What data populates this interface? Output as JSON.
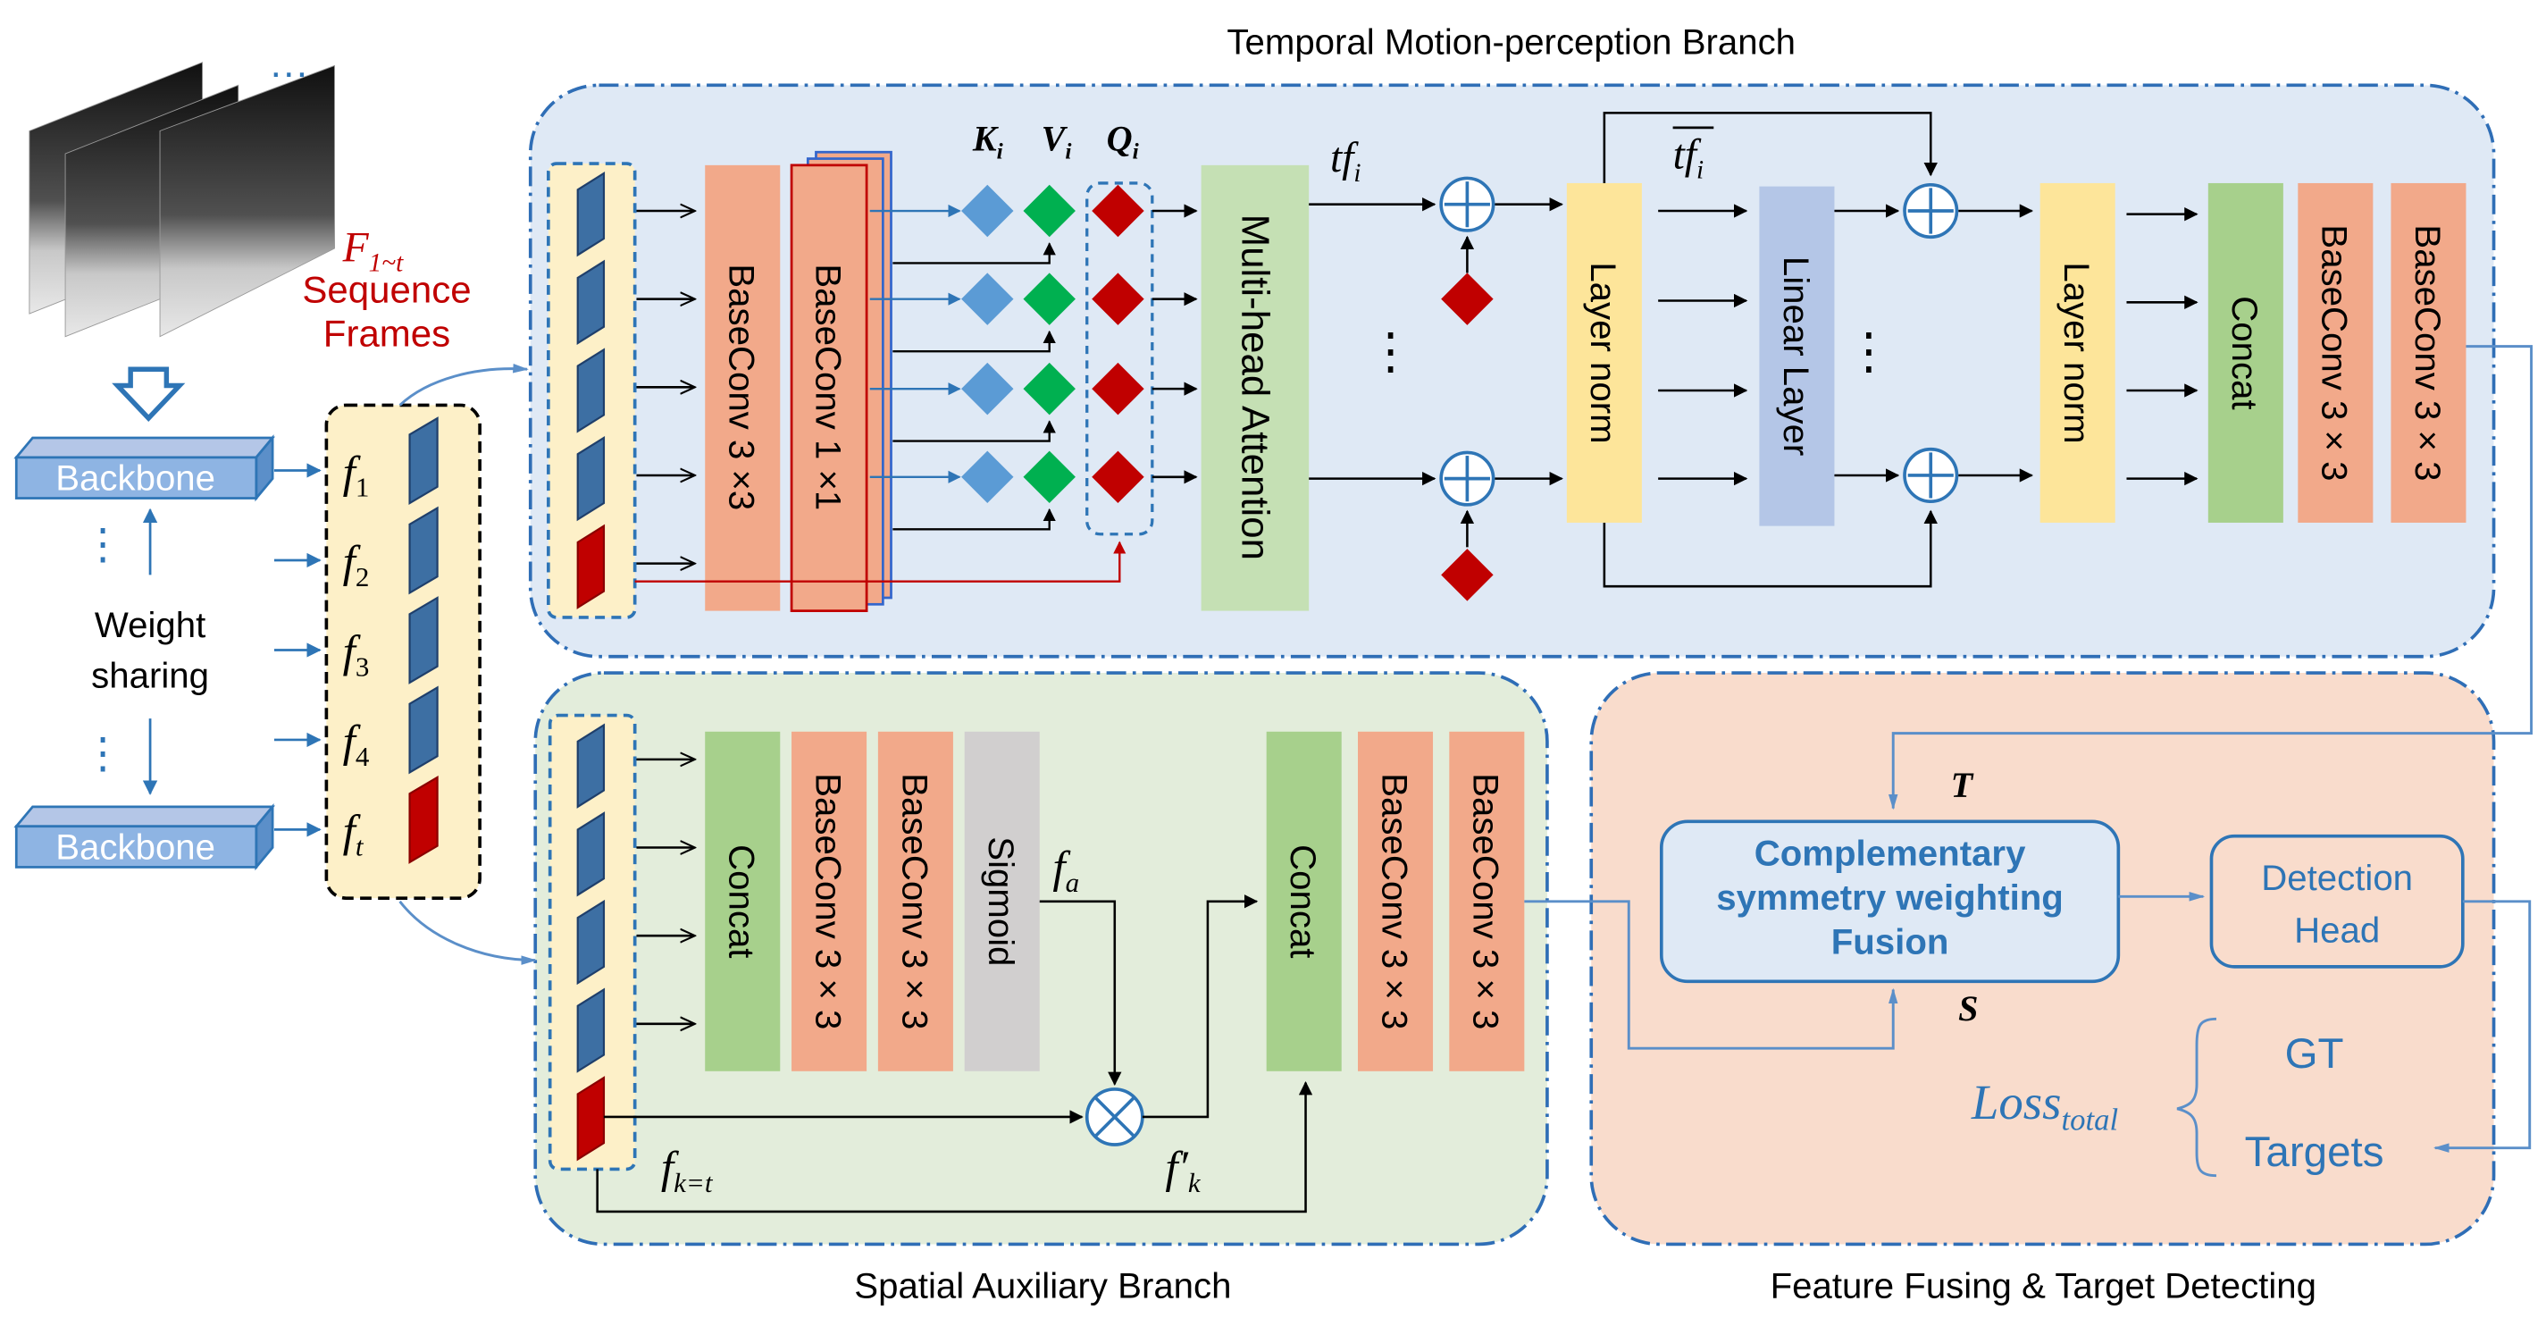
{
  "temporal_branch": {
    "title": "Temporal Motion-perception Branch",
    "baseconv1": "BaseConv 3 ×3",
    "baseconv2": "BaseConv 1 ×1",
    "kvq": [
      "K",
      "V",
      "Q"
    ],
    "kvq_sub": "i",
    "mha": "Multi-head Attention",
    "tf_base": "tf",
    "tf_sub": "i",
    "dots": "⋮",
    "layer_norm_1": "Layer norm",
    "linear_layer": "Linear Layer",
    "layer_norm_2": "Layer norm",
    "concat": "Concat",
    "baseconv3": "BaseConv 3 × 3",
    "baseconv4": "BaseConv 3 × 3"
  },
  "input": {
    "frames_dots": "···",
    "F_base": "F",
    "F_sub": "1~t",
    "sequence_label_1": "Sequence",
    "sequence_label_2": "Frames",
    "backbone_top": "Backbone",
    "backbone_bottom": "Backbone",
    "weight_label_1": "Weight",
    "weight_label_2": "sharing",
    "vdots": "⋮",
    "f_base": "f",
    "f_subs": [
      "1",
      "2",
      "3",
      "4",
      "t"
    ]
  },
  "spatial_branch": {
    "title": "Spatial Auxiliary Branch",
    "concat1": "Concat",
    "baseconv1": "BaseConv 3 × 3",
    "baseconv2": "BaseConv 3 × 3",
    "sigmoid": "Sigmoid",
    "fa_base": "f",
    "fa_sub": "a",
    "fk_base": "f",
    "fk_sub": "k=t",
    "fprime_base": "f′",
    "fprime_sub": "k",
    "concat2": "Concat",
    "baseconv3": "BaseConv 3 × 3",
    "baseconv4": "BaseConv 3 × 3"
  },
  "fusion_branch": {
    "title": "Feature Fusing & Target Detecting",
    "T_label": "T",
    "S_label": "S",
    "fusion_line1": "Complementary",
    "fusion_line2": "symmetry weighting",
    "fusion_line3": "Fusion",
    "detection_line1": "Detection",
    "detection_line2": "Head",
    "loss_base": "Loss",
    "loss_sub": "total",
    "gt": "GT",
    "targets": "Targets"
  },
  "colors": {
    "panel_blue": "#dfe9f5",
    "panel_green": "#e3eddb",
    "panel_peach": "#f9dccc",
    "panel_border": "#2f6eb6",
    "salmon": "#f2a98a",
    "green_block": "#a7d08c",
    "layer_norm": "#fde59a",
    "linear": "#b4c6e7",
    "sigmoid": "#d1cfcf",
    "feature_blue": "#3d6fa3",
    "feature_red": "#c00000",
    "diamond_blue": "#5b9bd5",
    "diamond_green": "#00b050",
    "text_red": "#c00000",
    "text_blue": "#2e75b6"
  }
}
